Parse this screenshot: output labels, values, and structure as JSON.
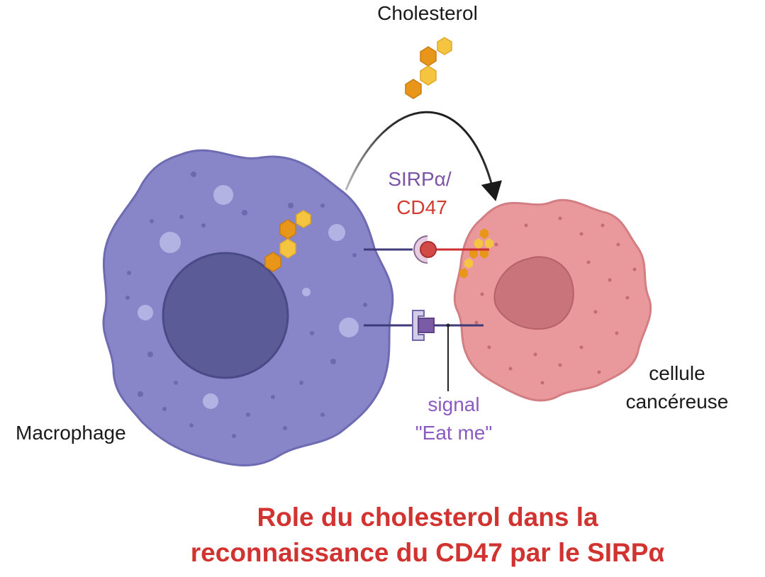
{
  "labels": {
    "cholesterol": "Cholesterol",
    "sirp": "SIRPα/",
    "cd47": "CD47",
    "macrophage": "Macrophage",
    "cancer_line1": "cellule",
    "cancer_line2": "cancéreuse",
    "signal_line1": "signal",
    "signal_line2": "\"Eat me\""
  },
  "title": {
    "line1": "Role du cholesterol dans la",
    "line2": "reconnaissance du CD47 par le SIRPα"
  },
  "colors": {
    "macrophage": "#8985c9",
    "macrophage_nucleus": "#5a5b97",
    "cancer_cell": "#e9999b",
    "cancer_nucleus": "#c9737a",
    "cholesterol_light": "#f5c542",
    "cholesterol_dark": "#e8961a",
    "sirp_label": "#7b54a8",
    "cd47_label": "#d33a30",
    "title": "#d13330",
    "signal_label": "#8a5cc0"
  }
}
